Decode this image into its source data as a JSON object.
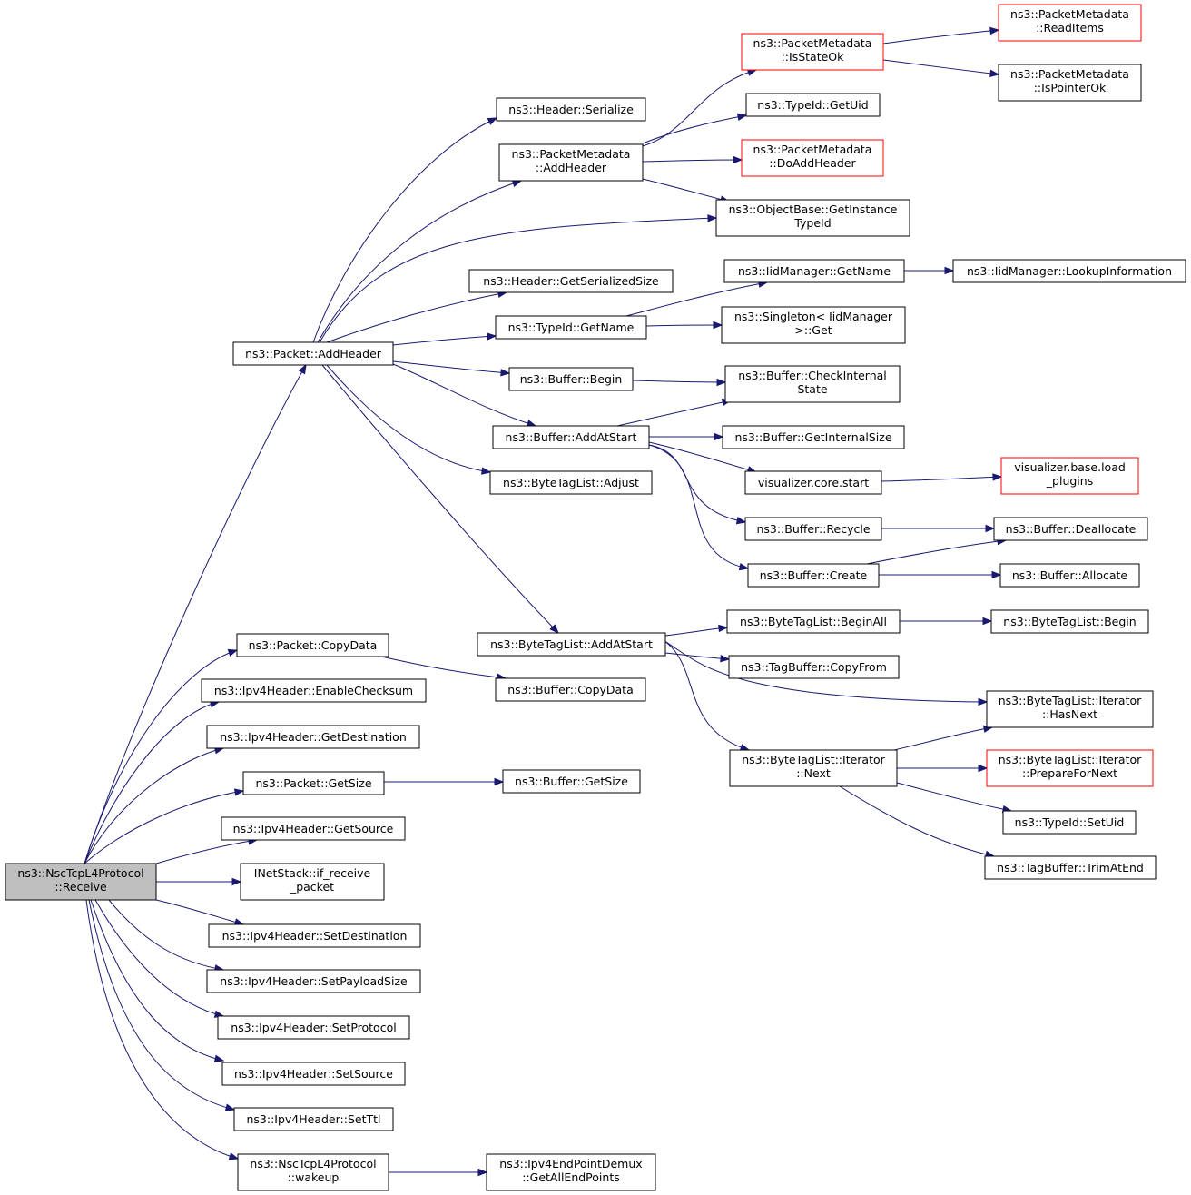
{
  "graph": {
    "type": "doxygen-call-graph",
    "colors": {
      "edge": "#191970",
      "root_fill": "#bfbfbf",
      "truncated_border": "#ff0000",
      "node_border": "#000000"
    },
    "nodes": {
      "receive": {
        "lines": [
          "ns3::NscTcpL4Protocol",
          "::Receive"
        ],
        "root": true
      },
      "addheader": {
        "lines": [
          "ns3::Packet::AddHeader"
        ]
      },
      "copydata": {
        "lines": [
          "ns3::Packet::CopyData"
        ]
      },
      "enablecs": {
        "lines": [
          "ns3::Ipv4Header::EnableChecksum"
        ]
      },
      "getdest": {
        "lines": [
          "ns3::Ipv4Header::GetDestination"
        ]
      },
      "pktgetsize": {
        "lines": [
          "ns3::Packet::GetSize"
        ]
      },
      "getsource": {
        "lines": [
          "ns3::Ipv4Header::GetSource"
        ]
      },
      "inetstack": {
        "lines": [
          "INetStack::if_receive",
          "_packet"
        ]
      },
      "setdest": {
        "lines": [
          "ns3::Ipv4Header::SetDestination"
        ]
      },
      "setpayload": {
        "lines": [
          "ns3::Ipv4Header::SetPayloadSize"
        ]
      },
      "setproto": {
        "lines": [
          "ns3::Ipv4Header::SetProtocol"
        ]
      },
      "setsource": {
        "lines": [
          "ns3::Ipv4Header::SetSource"
        ]
      },
      "setttl": {
        "lines": [
          "ns3::Ipv4Header::SetTtl"
        ]
      },
      "wakeup": {
        "lines": [
          "ns3::NscTcpL4Protocol",
          "::wakeup"
        ]
      },
      "hdrserialize": {
        "lines": [
          "ns3::Header::Serialize"
        ]
      },
      "pmaddheader": {
        "lines": [
          "ns3::PacketMetadata",
          "::AddHeader"
        ]
      },
      "hdrgetsersize": {
        "lines": [
          "ns3::Header::GetSerializedSize"
        ]
      },
      "tidgetname": {
        "lines": [
          "ns3::TypeId::GetName"
        ]
      },
      "bufbegin": {
        "lines": [
          "ns3::Buffer::Begin"
        ]
      },
      "bufaddatstart": {
        "lines": [
          "ns3::Buffer::AddAtStart"
        ]
      },
      "btladjust": {
        "lines": [
          "ns3::ByteTagList::Adjust"
        ]
      },
      "btladdatstart": {
        "lines": [
          "ns3::ByteTagList::AddAtStart"
        ]
      },
      "bufcopydata": {
        "lines": [
          "ns3::Buffer::CopyData"
        ]
      },
      "bufgetsize": {
        "lines": [
          "ns3::Buffer::GetSize"
        ]
      },
      "getallendpoints": {
        "lines": [
          "ns3::Ipv4EndPointDemux",
          "::GetAllEndPoints"
        ]
      },
      "pmisstateok": {
        "lines": [
          "ns3::PacketMetadata",
          "::IsStateOk"
        ],
        "truncated": true
      },
      "tidgetuid": {
        "lines": [
          "ns3::TypeId::GetUid"
        ]
      },
      "pmdoaddheader": {
        "lines": [
          "ns3::PacketMetadata",
          "::DoAddHeader"
        ],
        "truncated": true
      },
      "objbase": {
        "lines": [
          "ns3::ObjectBase::GetInstance",
          "TypeId"
        ]
      },
      "iidgetname": {
        "lines": [
          "ns3::IidManager::GetName"
        ]
      },
      "singleton": {
        "lines": [
          "ns3::Singleton< IidManager",
          ">::Get"
        ]
      },
      "bufcheck": {
        "lines": [
          "ns3::Buffer::CheckInternal",
          "State"
        ]
      },
      "bufgetinternal": {
        "lines": [
          "ns3::Buffer::GetInternalSize"
        ]
      },
      "vizstart": {
        "lines": [
          "visualizer.core.start"
        ]
      },
      "bufrecycle": {
        "lines": [
          "ns3::Buffer::Recycle"
        ]
      },
      "bufcreate": {
        "lines": [
          "ns3::Buffer::Create"
        ]
      },
      "btlbeginall": {
        "lines": [
          "ns3::ByteTagList::BeginAll"
        ]
      },
      "tbcopyfrom": {
        "lines": [
          "ns3::TagBuffer::CopyFrom"
        ]
      },
      "btlitnext": {
        "lines": [
          "ns3::ByteTagList::Iterator",
          "::Next"
        ]
      },
      "pmreaditems": {
        "lines": [
          "ns3::PacketMetadata",
          "::ReadItems"
        ],
        "truncated": true
      },
      "pmispointerok": {
        "lines": [
          "ns3::PacketMetadata",
          "::IsPointerOk"
        ]
      },
      "iidlookup": {
        "lines": [
          "ns3::IidManager::LookupInformation"
        ]
      },
      "vizloadplugins": {
        "lines": [
          "visualizer.base.load",
          "_plugins"
        ],
        "truncated": true
      },
      "bufdealloc": {
        "lines": [
          "ns3::Buffer::Deallocate"
        ]
      },
      "bufalloc": {
        "lines": [
          "ns3::Buffer::Allocate"
        ]
      },
      "btlbegin": {
        "lines": [
          "ns3::ByteTagList::Begin"
        ]
      },
      "btlithasnext": {
        "lines": [
          "ns3::ByteTagList::Iterator",
          "::HasNext"
        ]
      },
      "btlitprepare": {
        "lines": [
          "ns3::ByteTagList::Iterator",
          "::PrepareForNext"
        ],
        "truncated": true
      },
      "tidsetuid": {
        "lines": [
          "ns3::TypeId::SetUid"
        ]
      },
      "tbtrimatend": {
        "lines": [
          "ns3::TagBuffer::TrimAtEnd"
        ]
      }
    },
    "edges": [
      [
        "receive",
        "addheader"
      ],
      [
        "receive",
        "copydata"
      ],
      [
        "receive",
        "enablecs"
      ],
      [
        "receive",
        "getdest"
      ],
      [
        "receive",
        "pktgetsize"
      ],
      [
        "receive",
        "getsource"
      ],
      [
        "receive",
        "inetstack"
      ],
      [
        "receive",
        "setdest"
      ],
      [
        "receive",
        "setpayload"
      ],
      [
        "receive",
        "setproto"
      ],
      [
        "receive",
        "setsource"
      ],
      [
        "receive",
        "setttl"
      ],
      [
        "receive",
        "wakeup"
      ],
      [
        "addheader",
        "hdrserialize"
      ],
      [
        "addheader",
        "pmaddheader"
      ],
      [
        "addheader",
        "objbase"
      ],
      [
        "addheader",
        "hdrgetsersize"
      ],
      [
        "addheader",
        "tidgetname"
      ],
      [
        "addheader",
        "bufbegin"
      ],
      [
        "addheader",
        "bufaddatstart"
      ],
      [
        "addheader",
        "btladjust"
      ],
      [
        "addheader",
        "btladdatstart"
      ],
      [
        "pmaddheader",
        "pmisstateok"
      ],
      [
        "pmaddheader",
        "tidgetuid"
      ],
      [
        "pmaddheader",
        "pmdoaddheader"
      ],
      [
        "pmaddheader",
        "objbase"
      ],
      [
        "pmisstateok",
        "pmreaditems"
      ],
      [
        "pmisstateok",
        "pmispointerok"
      ],
      [
        "tidgetname",
        "iidgetname"
      ],
      [
        "tidgetname",
        "singleton"
      ],
      [
        "iidgetname",
        "iidlookup"
      ],
      [
        "bufbegin",
        "bufcheck"
      ],
      [
        "bufaddatstart",
        "bufcheck"
      ],
      [
        "bufaddatstart",
        "bufgetinternal"
      ],
      [
        "bufaddatstart",
        "vizstart"
      ],
      [
        "bufaddatstart",
        "bufrecycle"
      ],
      [
        "bufaddatstart",
        "bufcreate"
      ],
      [
        "vizstart",
        "vizloadplugins"
      ],
      [
        "bufrecycle",
        "bufdealloc"
      ],
      [
        "bufcreate",
        "bufdealloc"
      ],
      [
        "bufcreate",
        "bufalloc"
      ],
      [
        "btladdatstart",
        "btlbeginall"
      ],
      [
        "btladdatstart",
        "tbcopyfrom"
      ],
      [
        "btladdatstart",
        "btlithasnext"
      ],
      [
        "btladdatstart",
        "btlitnext"
      ],
      [
        "btlbeginall",
        "btlbegin"
      ],
      [
        "btlitnext",
        "btlithasnext"
      ],
      [
        "btlitnext",
        "btlitprepare"
      ],
      [
        "btlitnext",
        "tidsetuid"
      ],
      [
        "btlitnext",
        "tbtrimatend"
      ],
      [
        "copydata",
        "bufcopydata"
      ],
      [
        "pktgetsize",
        "bufgetsize"
      ],
      [
        "wakeup",
        "getallendpoints"
      ]
    ]
  }
}
